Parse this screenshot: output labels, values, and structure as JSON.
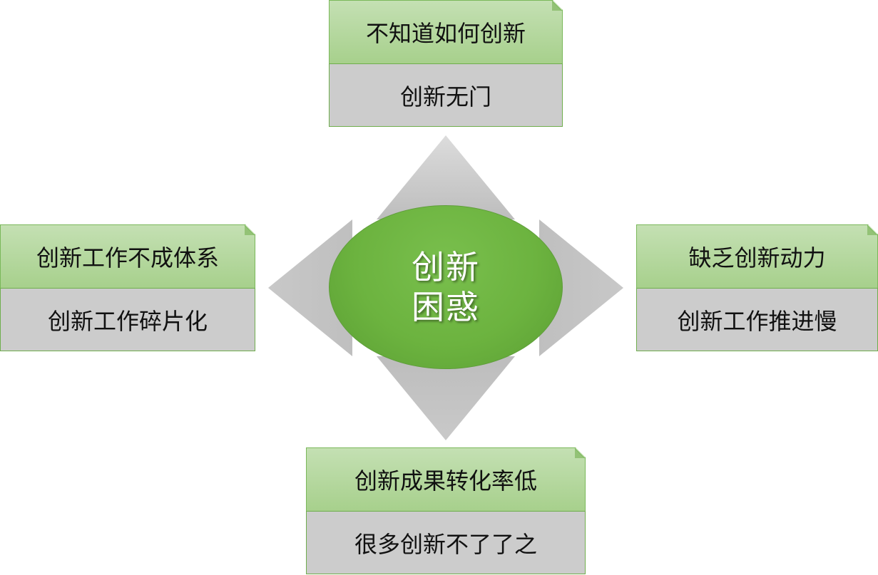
{
  "center": {
    "line1": "创新",
    "line2": "困惑"
  },
  "cards": {
    "top": {
      "head": "不知道如何创新",
      "body": "创新无门"
    },
    "left": {
      "head": "创新工作不成体系",
      "body": "创新工作碎片化"
    },
    "right": {
      "head": "缺乏创新动力",
      "body": "创新工作推进慢"
    },
    "bottom": {
      "head": "创新成果转化率低",
      "body": "很多创新不了了之"
    }
  },
  "colors": {
    "ellipse": "#6cb33f",
    "card_head": "#a7d08c",
    "card_body": "#cccccc",
    "arrow": "#bdbdbd",
    "border": "#7ab85a"
  }
}
